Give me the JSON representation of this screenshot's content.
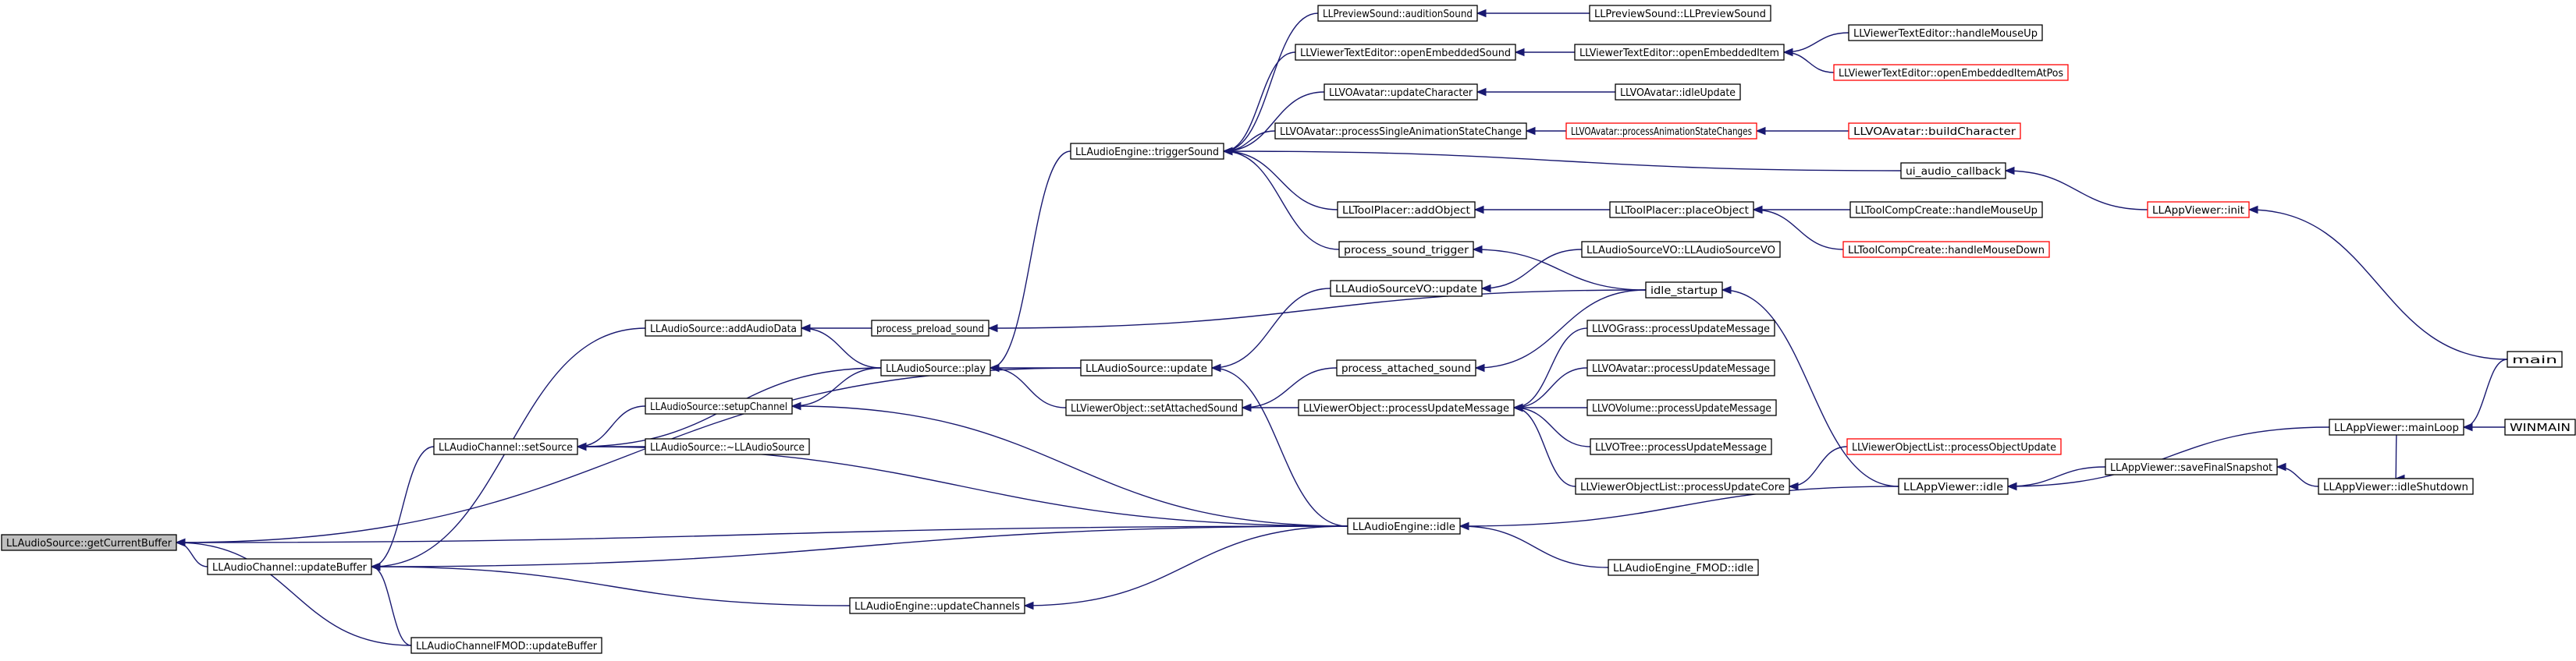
{
  "diagram": {
    "type": "call-graph",
    "colors": {
      "edge": "#191970",
      "node_border": "#000000",
      "truncated_border": "#ff0000",
      "root_fill": "#bfbfbf",
      "node_fill": "#ffffff"
    },
    "nodes": [
      {
        "id": "root",
        "label": "LLAudioSource::getCurrentBuffer",
        "style": "root"
      },
      {
        "id": "chan_update",
        "label": "LLAudioChannel::updateBuffer",
        "style": "normal"
      },
      {
        "id": "chan_setsrc",
        "label": "LLAudioChannel::setSource",
        "style": "normal"
      },
      {
        "id": "fmod_update",
        "label": "LLAudioChannelFMOD::updateBuffer",
        "style": "normal"
      },
      {
        "id": "addaudio",
        "label": "LLAudioSource::addAudioData",
        "style": "normal"
      },
      {
        "id": "setupch",
        "label": "LLAudioSource::setupChannel",
        "style": "normal"
      },
      {
        "id": "dtor",
        "label": "LLAudioSource::~LLAudioSource",
        "style": "normal"
      },
      {
        "id": "upch",
        "label": "LLAudioEngine::updateChannels",
        "style": "normal"
      },
      {
        "id": "preload",
        "label": "process_preload_sound",
        "style": "normal"
      },
      {
        "id": "play",
        "label": "LLAudioSource::play",
        "style": "normal"
      },
      {
        "id": "trigger",
        "label": "LLAudioEngine::triggerSound",
        "style": "normal"
      },
      {
        "id": "srcupdate",
        "label": "LLAudioSource::update",
        "style": "normal"
      },
      {
        "id": "setatt",
        "label": "LLViewerObject::setAttachedSound",
        "style": "normal"
      },
      {
        "id": "engidle",
        "label": "LLAudioEngine::idle",
        "style": "normal"
      },
      {
        "id": "fmodidle",
        "label": "LLAudioEngine_FMOD::idle",
        "style": "normal"
      },
      {
        "id": "prevaud",
        "label": "LLPreviewSound::auditionSound",
        "style": "normal"
      },
      {
        "id": "prevctor",
        "label": "LLPreviewSound::LLPreviewSound",
        "style": "normal"
      },
      {
        "id": "openemb",
        "label": "LLViewerTextEditor::openEmbeddedSound",
        "style": "normal"
      },
      {
        "id": "openitem",
        "label": "LLViewerTextEditor::openEmbeddedItem",
        "style": "normal"
      },
      {
        "id": "handleup",
        "label": "LLViewerTextEditor::handleMouseUp",
        "style": "normal"
      },
      {
        "id": "openatpos",
        "label": "LLViewerTextEditor::openEmbeddedItemAtPos",
        "style": "red"
      },
      {
        "id": "updchar",
        "label": "LLVOAvatar::updateCharacter",
        "style": "normal"
      },
      {
        "id": "idleupd",
        "label": "LLVOAvatar::idleUpdate",
        "style": "normal"
      },
      {
        "id": "procsingle",
        "label": "LLVOAvatar::processSingleAnimationStateChange",
        "style": "normal"
      },
      {
        "id": "procanim",
        "label": "LLVOAvatar::processAnimationStateChanges",
        "style": "red"
      },
      {
        "id": "buildchar",
        "label": "LLVOAvatar::buildCharacter",
        "style": "red"
      },
      {
        "id": "uicb",
        "label": "ui_audio_callback",
        "style": "normal"
      },
      {
        "id": "appinit",
        "label": "LLAppViewer::init",
        "style": "red"
      },
      {
        "id": "addobj",
        "label": "LLToolPlacer::addObject",
        "style": "normal"
      },
      {
        "id": "placeobj",
        "label": "LLToolPlacer::placeObject",
        "style": "normal"
      },
      {
        "id": "tcup",
        "label": "LLToolCompCreate::handleMouseUp",
        "style": "normal"
      },
      {
        "id": "tcdown",
        "label": "LLToolCompCreate::handleMouseDown",
        "style": "red"
      },
      {
        "id": "proctrig",
        "label": "process_sound_trigger",
        "style": "normal"
      },
      {
        "id": "vosrcctor",
        "label": "LLAudioSourceVO::LLAudioSourceVO",
        "style": "normal"
      },
      {
        "id": "vosrcupd",
        "label": "LLAudioSourceVO::update",
        "style": "normal"
      },
      {
        "id": "idlestart",
        "label": "idle_startup",
        "style": "normal"
      },
      {
        "id": "procatt",
        "label": "process_attached_sound",
        "style": "normal"
      },
      {
        "id": "voproc",
        "label": "LLViewerObject::processUpdateMessage",
        "style": "normal"
      },
      {
        "id": "grass",
        "label": "LLVOGrass::processUpdateMessage",
        "style": "normal"
      },
      {
        "id": "avproc",
        "label": "LLVOAvatar::processUpdateMessage",
        "style": "normal"
      },
      {
        "id": "volproc",
        "label": "LLVOVolume::processUpdateMessage",
        "style": "normal"
      },
      {
        "id": "treeproc",
        "label": "LLVOTree::processUpdateMessage",
        "style": "normal"
      },
      {
        "id": "objlistupd",
        "label": "LLViewerObjectList::processObjectUpdate",
        "style": "red"
      },
      {
        "id": "objlistcore",
        "label": "LLViewerObjectList::processUpdateCore",
        "style": "normal"
      },
      {
        "id": "appidle",
        "label": "LLAppViewer::idle",
        "style": "normal"
      },
      {
        "id": "mainloop",
        "label": "LLAppViewer::mainLoop",
        "style": "normal"
      },
      {
        "id": "finalsnap",
        "label": "LLAppViewer::saveFinalSnapshot",
        "style": "normal"
      },
      {
        "id": "idleshut",
        "label": "LLAppViewer::idleShutdown",
        "style": "normal"
      },
      {
        "id": "main",
        "label": "main",
        "style": "normal"
      },
      {
        "id": "winmain",
        "label": "WINMAIN",
        "style": "normal"
      }
    ],
    "edges": [
      {
        "from": "chan_update",
        "to": "root"
      },
      {
        "from": "chan_setsrc",
        "to": "chan_update"
      },
      {
        "from": "fmod_update",
        "to": "root"
      },
      {
        "from": "fmod_update",
        "to": "chan_update"
      },
      {
        "from": "addaudio",
        "to": "chan_update"
      },
      {
        "from": "play",
        "to": "chan_setsrc"
      },
      {
        "from": "setupch",
        "to": "chan_setsrc"
      },
      {
        "from": "dtor",
        "to": "chan_setsrc"
      },
      {
        "from": "engidle",
        "to": "chan_setsrc"
      },
      {
        "from": "engidle",
        "to": "root"
      },
      {
        "from": "engidle",
        "to": "chan_update"
      },
      {
        "from": "upch",
        "to": "chan_update"
      },
      {
        "from": "srcupdate",
        "to": "root"
      },
      {
        "from": "preload",
        "to": "addaudio"
      },
      {
        "from": "play",
        "to": "addaudio"
      },
      {
        "from": "play",
        "to": "setupch"
      },
      {
        "from": "engidle",
        "to": "setupch"
      },
      {
        "from": "engidle",
        "to": "upch"
      },
      {
        "from": "idlestart",
        "to": "preload"
      },
      {
        "from": "trigger",
        "to": "play"
      },
      {
        "from": "srcupdate",
        "to": "play"
      },
      {
        "from": "setatt",
        "to": "play"
      },
      {
        "from": "engidle",
        "to": "srcupdate"
      },
      {
        "from": "vosrcupd",
        "to": "srcupdate"
      },
      {
        "from": "procatt",
        "to": "setatt"
      },
      {
        "from": "voproc",
        "to": "setatt"
      },
      {
        "from": "appidle",
        "to": "engidle"
      },
      {
        "from": "fmodidle",
        "to": "engidle"
      },
      {
        "from": "prevaud",
        "to": "trigger"
      },
      {
        "from": "openemb",
        "to": "trigger"
      },
      {
        "from": "updchar",
        "to": "trigger"
      },
      {
        "from": "procsingle",
        "to": "trigger"
      },
      {
        "from": "uicb",
        "to": "trigger"
      },
      {
        "from": "addobj",
        "to": "trigger"
      },
      {
        "from": "proctrig",
        "to": "trigger"
      },
      {
        "from": "prevctor",
        "to": "prevaud"
      },
      {
        "from": "openitem",
        "to": "openemb"
      },
      {
        "from": "handleup",
        "to": "openitem"
      },
      {
        "from": "openatpos",
        "to": "openitem"
      },
      {
        "from": "idleupd",
        "to": "updchar"
      },
      {
        "from": "procanim",
        "to": "procsingle"
      },
      {
        "from": "buildchar",
        "to": "procanim"
      },
      {
        "from": "appinit",
        "to": "uicb"
      },
      {
        "from": "main",
        "to": "appinit"
      },
      {
        "from": "placeobj",
        "to": "addobj"
      },
      {
        "from": "tcup",
        "to": "placeobj"
      },
      {
        "from": "tcdown",
        "to": "placeobj"
      },
      {
        "from": "idlestart",
        "to": "proctrig"
      },
      {
        "from": "vosrcctor",
        "to": "vosrcupd"
      },
      {
        "from": "appidle",
        "to": "idlestart"
      },
      {
        "from": "idlestart",
        "to": "procatt"
      },
      {
        "from": "grass",
        "to": "voproc"
      },
      {
        "from": "avproc",
        "to": "voproc"
      },
      {
        "from": "volproc",
        "to": "voproc"
      },
      {
        "from": "treeproc",
        "to": "voproc"
      },
      {
        "from": "objlistcore",
        "to": "voproc"
      },
      {
        "from": "objlistupd",
        "to": "objlistcore"
      },
      {
        "from": "mainloop",
        "to": "appidle"
      },
      {
        "from": "finalsnap",
        "to": "appidle"
      },
      {
        "from": "idleshut",
        "to": "finalsnap"
      },
      {
        "from": "mainloop",
        "to": "idleshut"
      },
      {
        "from": "main",
        "to": "mainloop"
      },
      {
        "from": "winmain",
        "to": "mainloop"
      }
    ]
  }
}
